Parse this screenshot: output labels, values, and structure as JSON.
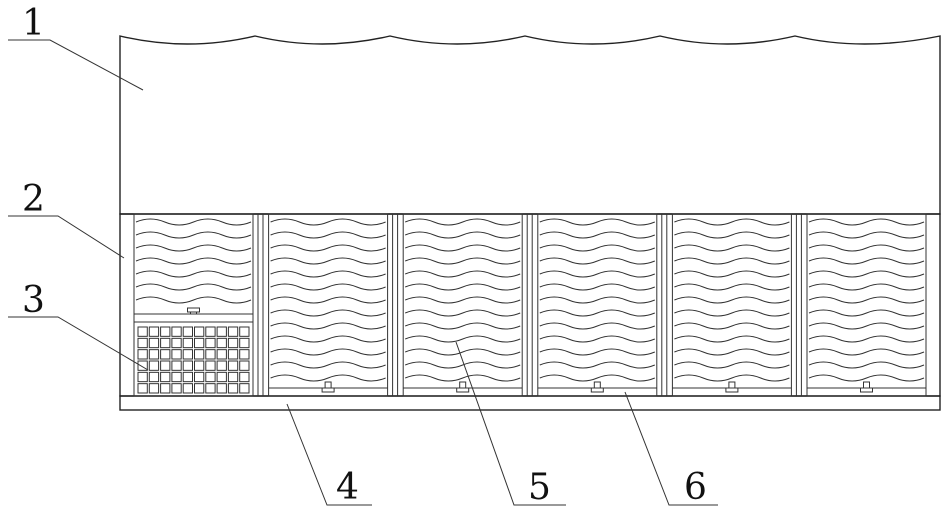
{
  "labels": [
    {
      "id": "1",
      "text": "1"
    },
    {
      "id": "2",
      "text": "2"
    },
    {
      "id": "3",
      "text": "3"
    },
    {
      "id": "4",
      "text": "4"
    },
    {
      "id": "5",
      "text": "5"
    },
    {
      "id": "6",
      "text": "6"
    }
  ],
  "compartment_count": 6,
  "grid_compartment_index": 0,
  "colors": {
    "stroke": "#222222",
    "background": "#ffffff"
  }
}
